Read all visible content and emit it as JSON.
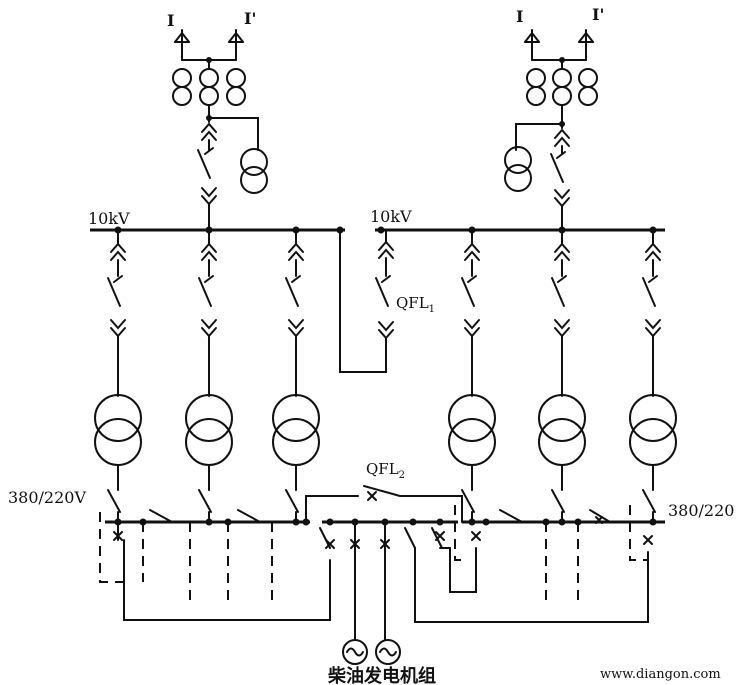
{
  "labels": {
    "incoming_left_1": "I",
    "incoming_left_2": "I'",
    "incoming_right_1": "I",
    "incoming_right_2": "I'",
    "hv_bus_left": "10kV",
    "hv_bus_right": "10kV",
    "tie_breaker_hv": "QFL",
    "tie_breaker_hv_sub": "1",
    "tie_breaker_lv": "QFL",
    "tie_breaker_lv_sub": "2",
    "lv_bus_left": "380/220V",
    "lv_bus_right": "380/220",
    "generator_label": "柴油发电机组",
    "watermark": "www.diangon.com"
  }
}
